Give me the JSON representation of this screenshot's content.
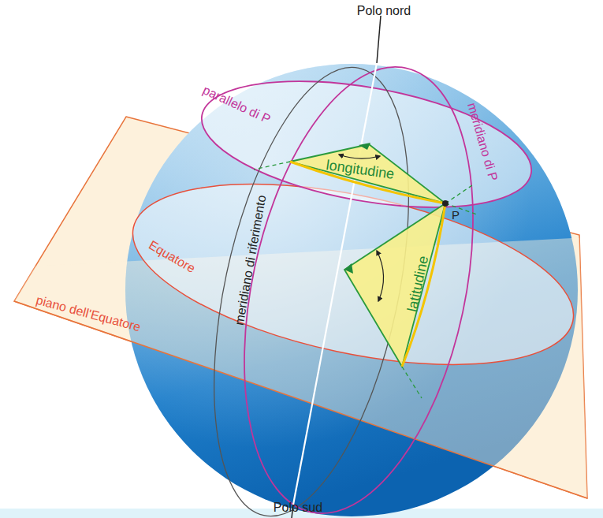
{
  "diagram": {
    "labels": [
      "Polo nord",
      "parallelo di P",
      "meridiano di P",
      "longitudine",
      "P",
      "latitudine",
      "meridiano di riferimento",
      "Equatore",
      "piano dell'Equatore",
      "Polo sud"
    ]
  }
}
